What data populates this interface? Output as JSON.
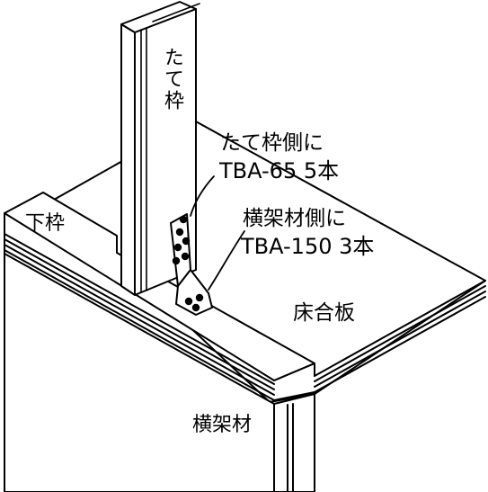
{
  "labels": {
    "stud": "たて枠",
    "bottom_plate": "下枠",
    "stud_side_note_line1": "たて枠側に",
    "stud_side_note_line2": "TBA-65 5本",
    "joist_side_note_line1": "横架材側に",
    "joist_side_note_line2": "TBA-150 3本",
    "floor_board": "床合板",
    "joist": "横架材"
  }
}
